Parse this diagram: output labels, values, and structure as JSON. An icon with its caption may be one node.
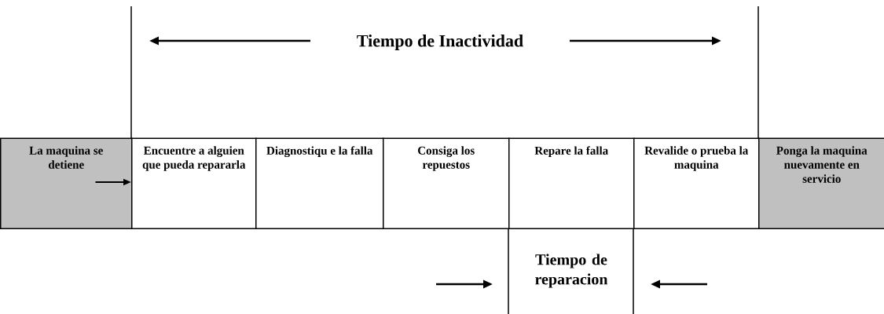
{
  "diagram": {
    "title": "Tiempo de Inactividad",
    "nodes": [
      {
        "text": [
          "La maquina se detiene"
        ]
      },
      {
        "text": [
          "Encuentre a alguien que pueda repararla"
        ]
      },
      {
        "text": [
          "Diagnostiqu e la falla"
        ]
      },
      {
        "text": [
          "Consiga los repuestos"
        ]
      },
      {
        "text": [
          "Repare la falla"
        ]
      },
      {
        "text": [
          "Revalide o prueba la maquina"
        ]
      },
      {
        "text": [
          "Ponga la maquina nuevamente en servicio"
        ]
      }
    ],
    "edges": [
      {
        "from": 0,
        "to": 1,
        "arrow": "to"
      }
    ],
    "labels": [
      "Tiempo de reparacion"
    ]
  }
}
